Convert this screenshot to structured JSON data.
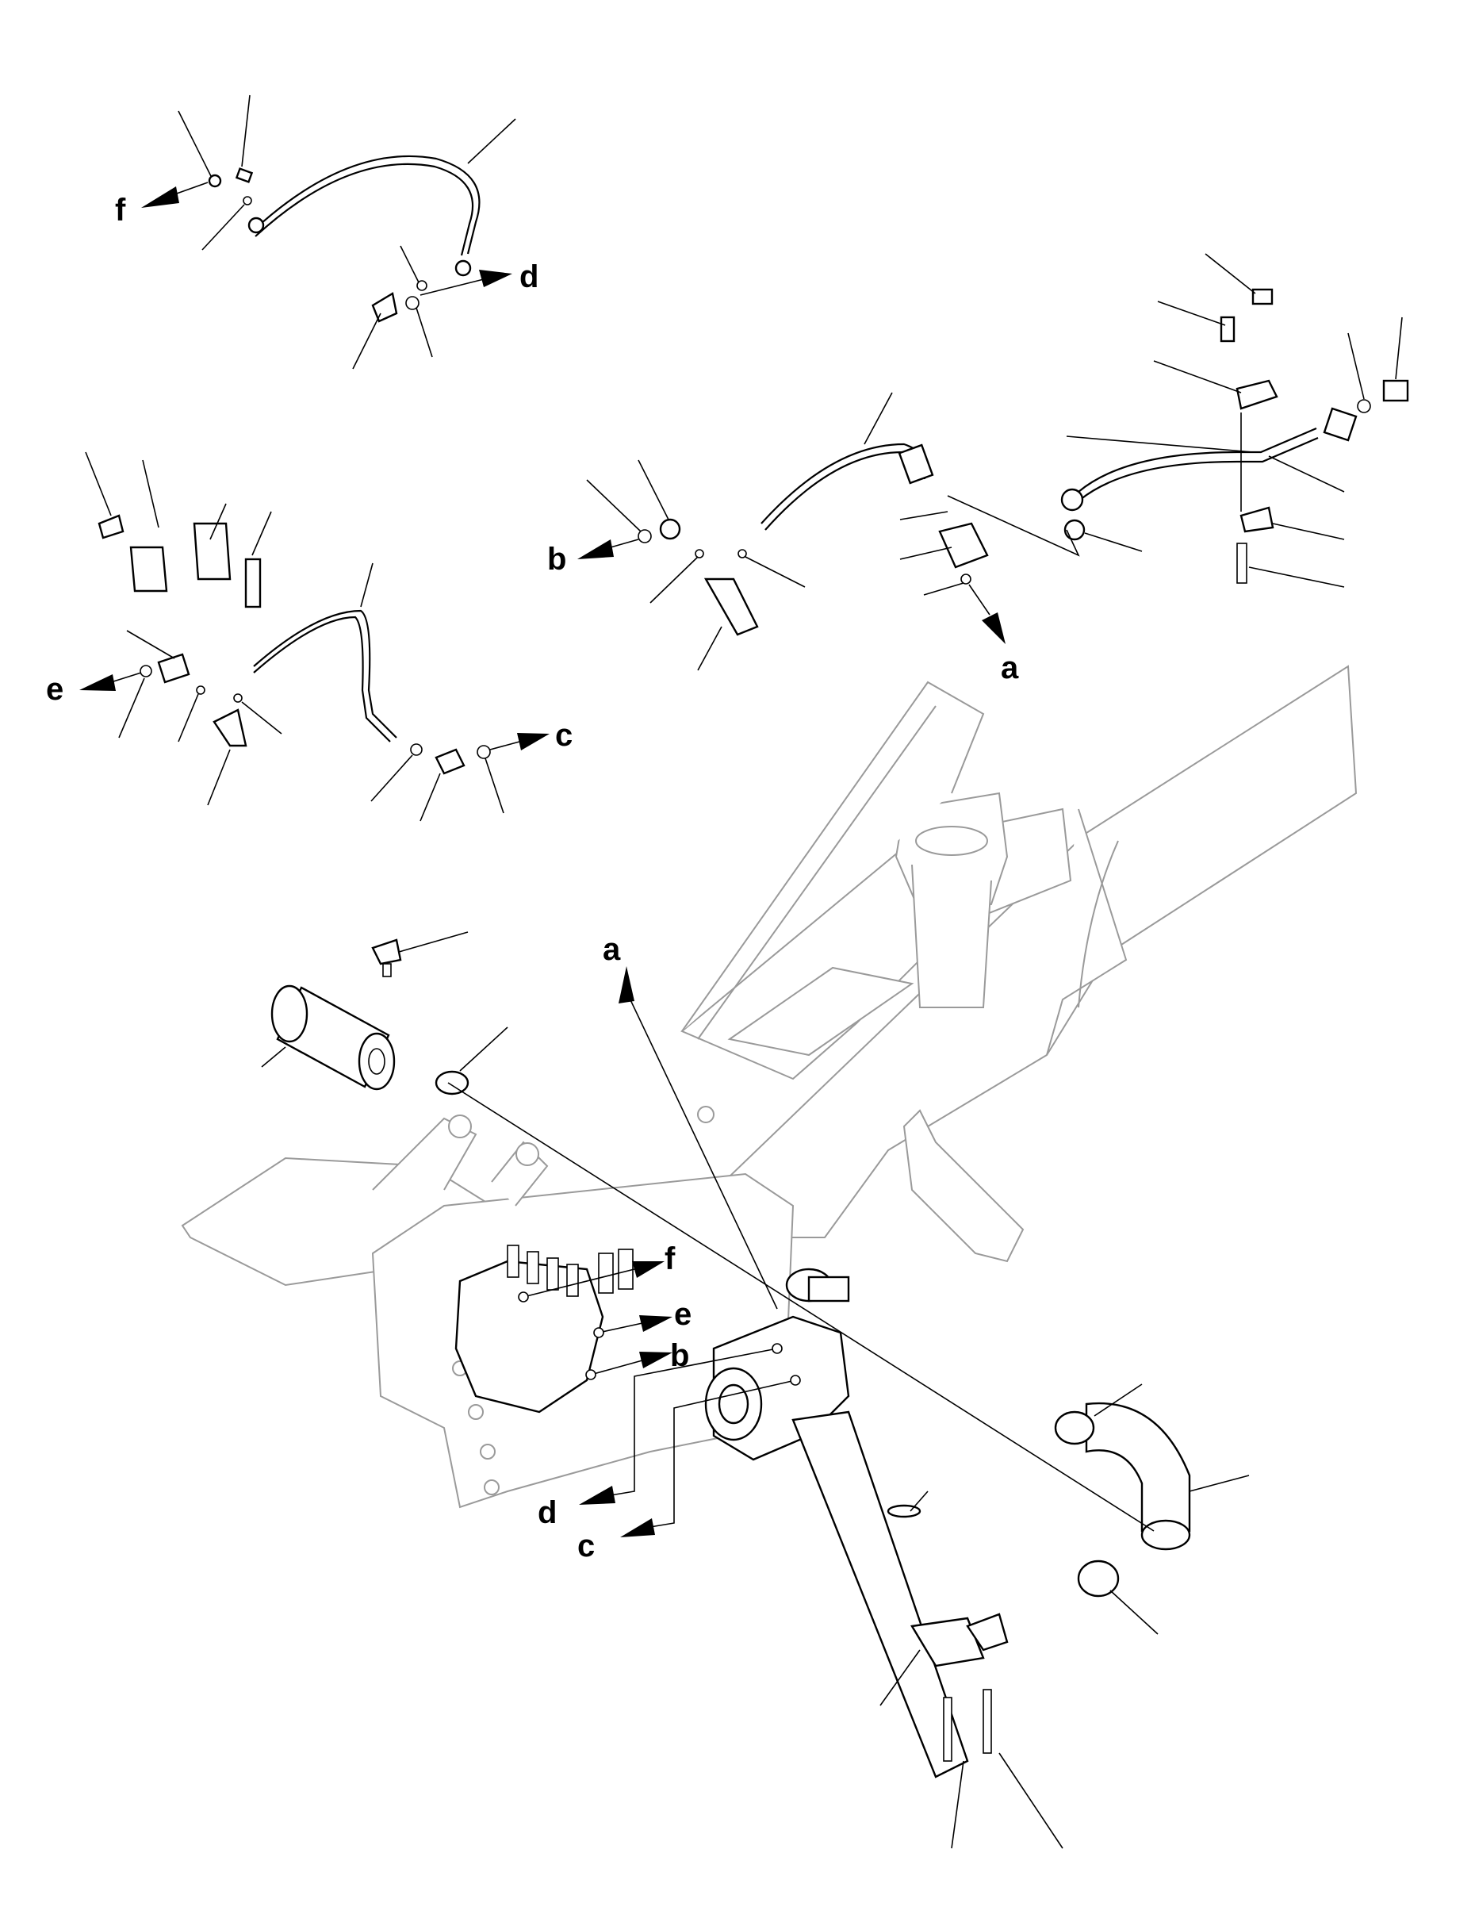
{
  "callouts": {
    "a": "a",
    "b": "b",
    "c": "c",
    "d": "d",
    "e": "e",
    "f": "f"
  }
}
